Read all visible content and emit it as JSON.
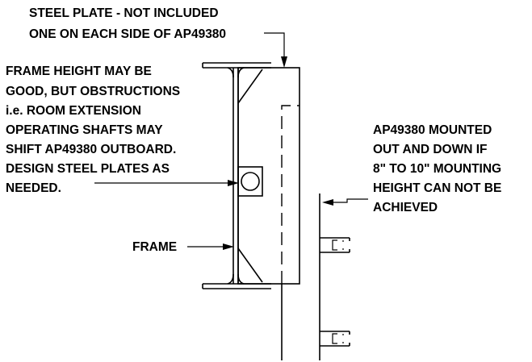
{
  "labels": {
    "steel_plate": [
      "STEEL PLATE - NOT INCLUDED",
      "ONE ON EACH SIDE OF AP49380"
    ],
    "frame_height_note": [
      "FRAME HEIGHT MAY BE",
      "GOOD, BUT OBSTRUCTIONS",
      "i.e. ROOM EXTENSION",
      "OPERATING SHAFTS MAY",
      "SHIFT AP49380 OUTBOARD.",
      "DESIGN STEEL PLATES AS",
      "NEEDED."
    ],
    "mount_note": [
      "AP49380 MOUNTED",
      "OUT AND DOWN IF",
      "8\" TO 10\" MOUNTING",
      "HEIGHT CAN NOT BE",
      "ACHIEVED"
    ],
    "frame": "FRAME"
  }
}
